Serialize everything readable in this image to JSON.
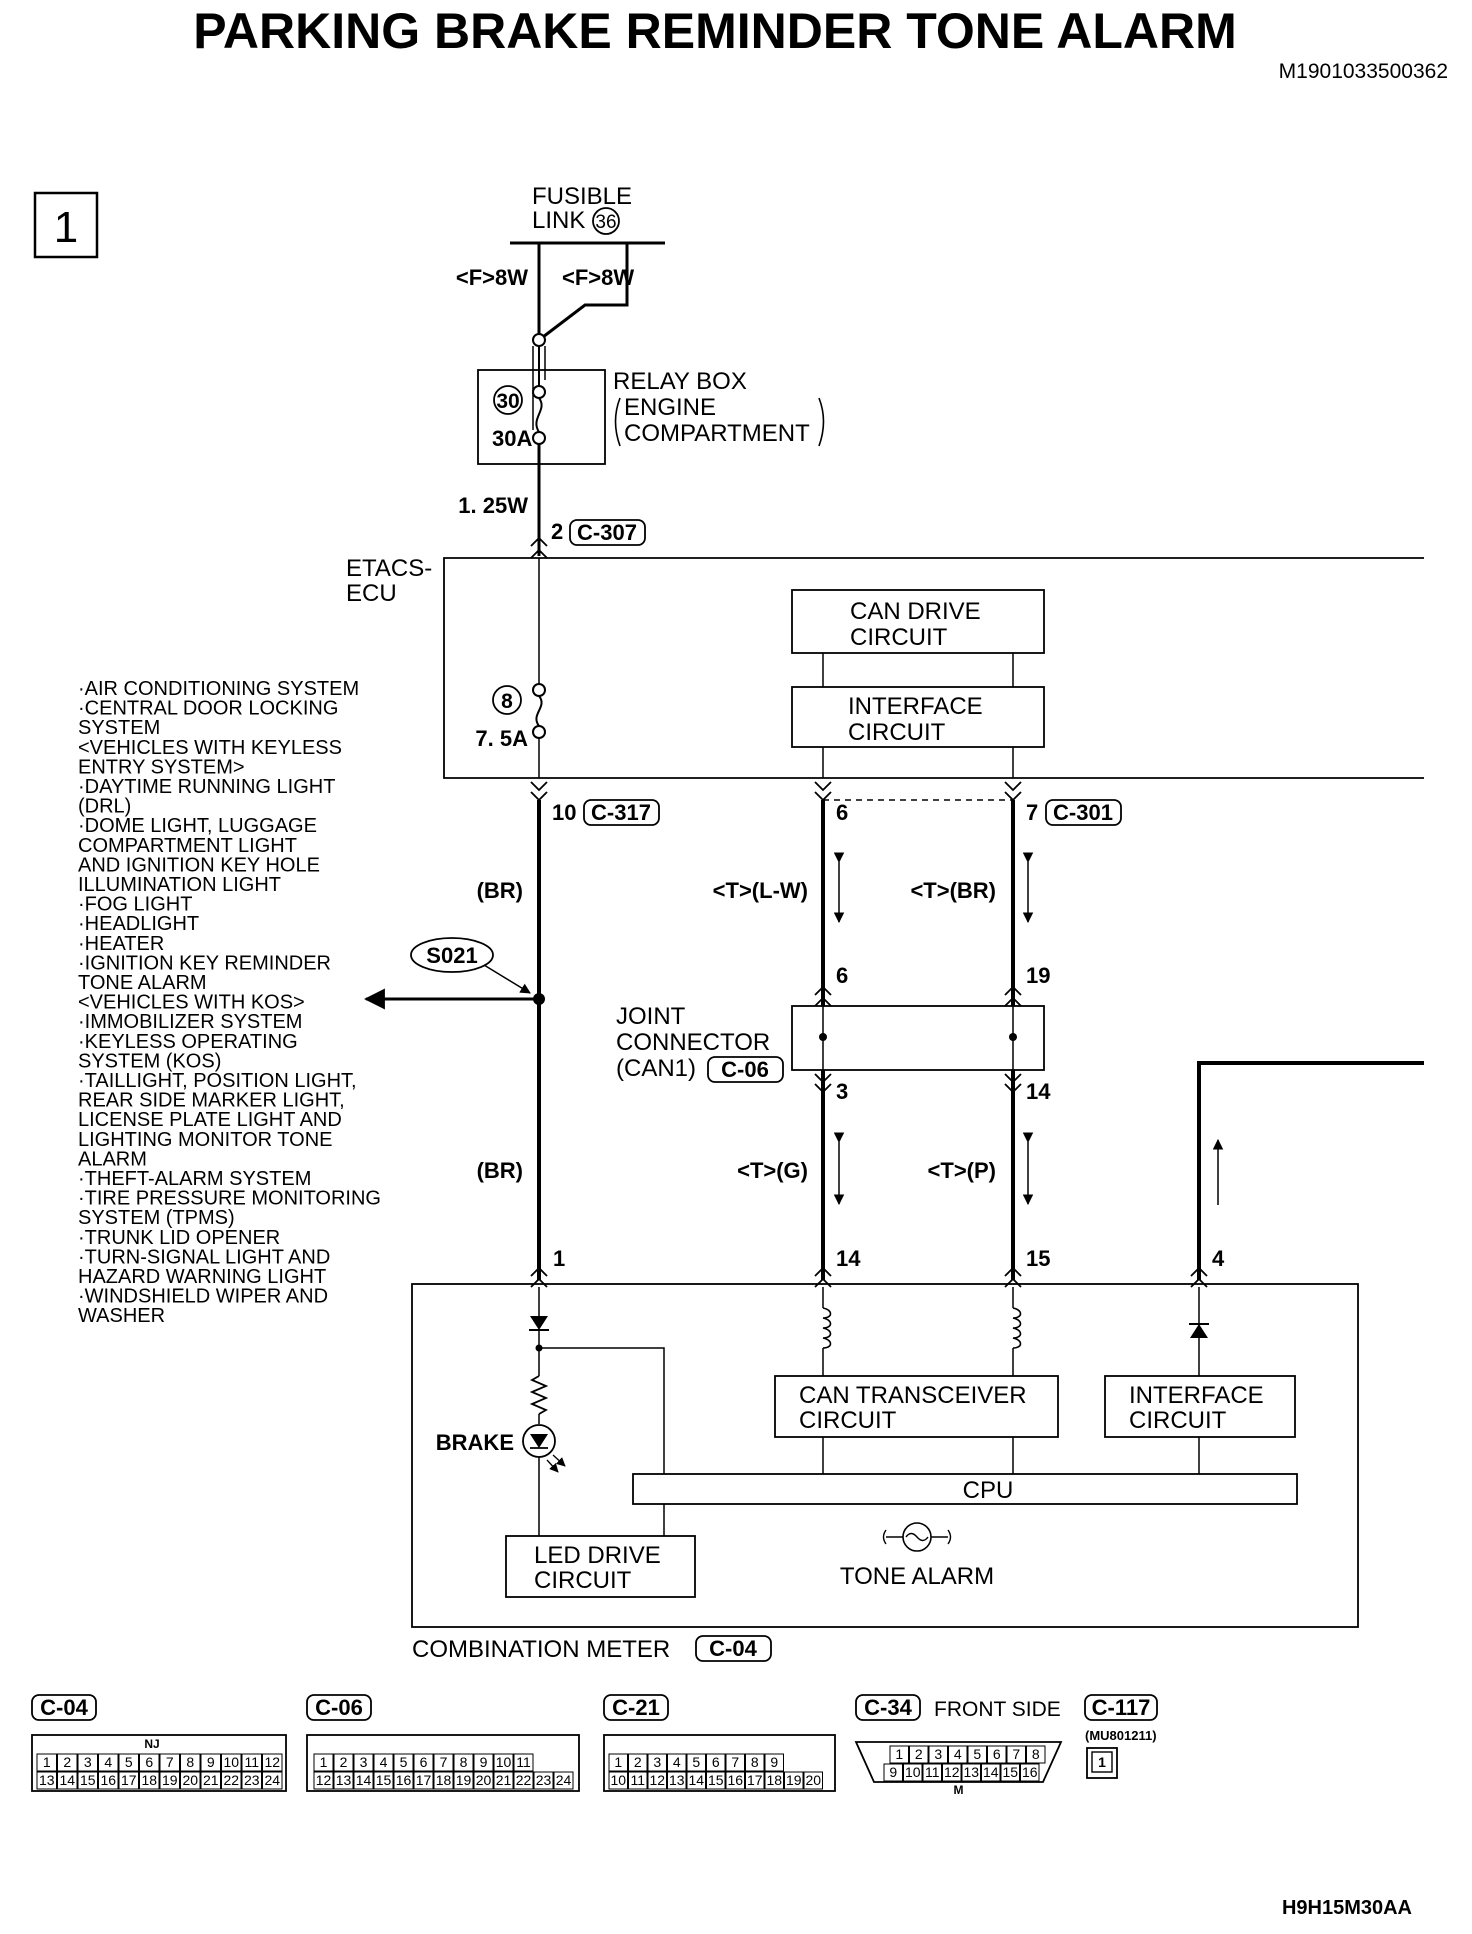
{
  "title": "PARKING BRAKE REMINDER TONE ALARM",
  "doc_id": "M1901033500362",
  "figure_code": "H9H15M30AA",
  "page_marker": "1",
  "fusible_link": {
    "line1": "FUSIBLE",
    "line2": "LINK",
    "number": "36"
  },
  "wire_labels": {
    "f8w_left": "<F>8W",
    "f8w_right": "<F>8W",
    "w125": "1. 25W",
    "br_upper": "(BR)",
    "br_lower": "(BR)",
    "t_lw": "<T>(L-W)",
    "t_br": "<T>(BR)",
    "t_g": "<T>(G)",
    "t_p": "<T>(P)"
  },
  "relay_box": {
    "fuse_no": "30",
    "fuse_amp": "30A",
    "line1": "RELAY BOX",
    "line2": "ENGINE",
    "line3": "COMPARTMENT"
  },
  "etacs": {
    "line1": "ETACS-",
    "line2": "ECU",
    "fuse_no": "8",
    "fuse_amp": "7. 5A",
    "can_drive": [
      "CAN DRIVE",
      "CIRCUIT"
    ],
    "interface": [
      "INTERFACE",
      "CIRCUIT"
    ]
  },
  "connectors": {
    "c307": "C-307",
    "c317": "C-317",
    "c301": "C-301",
    "c06": "C-06",
    "c04": "C-04"
  },
  "pins": {
    "p2": "2",
    "p10": "10",
    "p6a": "6",
    "p7": "7",
    "p6b": "6",
    "p19": "19",
    "p3": "3",
    "p14a": "14",
    "p1": "1",
    "p14b": "14",
    "p15": "15",
    "p4": "4"
  },
  "splice": "S021",
  "joint_connector": [
    "JOINT",
    "CONNECTOR",
    "(CAN1)"
  ],
  "systems_list": [
    "·AIR CONDITIONING SYSTEM",
    "·CENTRAL DOOR LOCKING",
    " SYSTEM",
    " <VEHICLES WITH KEYLESS",
    " ENTRY SYSTEM>",
    "·DAYTIME RUNNING LIGHT",
    " (DRL)",
    "·DOME LIGHT, LUGGAGE",
    " COMPARTMENT LIGHT",
    " AND IGNITION KEY HOLE",
    " ILLUMINATION LIGHT",
    "·FOG LIGHT",
    "·HEADLIGHT",
    "·HEATER",
    "·IGNITION KEY REMINDER",
    " TONE ALARM",
    " <VEHICLES WITH KOS>",
    "·IMMOBILIZER SYSTEM",
    "·KEYLESS OPERATING",
    " SYSTEM (KOS)",
    "·TAILLIGHT, POSITION LIGHT,",
    " REAR SIDE MARKER LIGHT,",
    " LICENSE PLATE LIGHT AND",
    " LIGHTING MONITOR TONE",
    " ALARM",
    "·THEFT-ALARM SYSTEM",
    "·TIRE PRESSURE MONITORING",
    " SYSTEM (TPMS)",
    "·TRUNK LID OPENER",
    "·TURN-SIGNAL LIGHT AND",
    " HAZARD WARNING LIGHT",
    "·WINDSHIELD WIPER AND",
    " WASHER"
  ],
  "meter": {
    "brake": "BRAKE",
    "can_transceiver": [
      "CAN TRANSCEIVER",
      "CIRCUIT"
    ],
    "interface": [
      "INTERFACE",
      "CIRCUIT"
    ],
    "cpu": "CPU",
    "led_drive": [
      "LED DRIVE",
      "CIRCUIT"
    ],
    "tone_alarm": "TONE ALARM",
    "label": "COMBINATION METER"
  },
  "connector_views": [
    {
      "id": "C-04",
      "top": [
        "1",
        "2",
        "3",
        "4",
        "5",
        "6",
        "7",
        "8",
        "9",
        "10",
        "11",
        "12"
      ],
      "bottom": [
        "13",
        "14",
        "15",
        "16",
        "17",
        "18",
        "19",
        "20",
        "21",
        "22",
        "23",
        "24"
      ],
      "key": "NJ"
    },
    {
      "id": "C-06",
      "top": [
        "1",
        "2",
        "3",
        "4",
        "5",
        "6",
        "7",
        "8",
        "9",
        "10",
        "11"
      ],
      "bottom": [
        "12",
        "13",
        "14",
        "15",
        "16",
        "17",
        "18",
        "19",
        "20",
        "21",
        "22",
        "23",
        "24"
      ]
    },
    {
      "id": "C-21",
      "top": [
        "1",
        "2",
        "3",
        "4",
        "5",
        "6",
        "7",
        "8",
        "9"
      ],
      "bottom": [
        "10",
        "11",
        "12",
        "13",
        "14",
        "15",
        "16",
        "17",
        "18",
        "19",
        "20"
      ]
    },
    {
      "id": "C-34",
      "note": "FRONT SIDE",
      "top": [
        "1",
        "2",
        "3",
        "4",
        "5",
        "6",
        "7",
        "8"
      ],
      "bottom": [
        "9",
        "10",
        "11",
        "12",
        "13",
        "14",
        "15",
        "16"
      ],
      "key": "M"
    },
    {
      "id": "C-117",
      "part": "(MU801211)",
      "pins": [
        "1"
      ]
    }
  ]
}
